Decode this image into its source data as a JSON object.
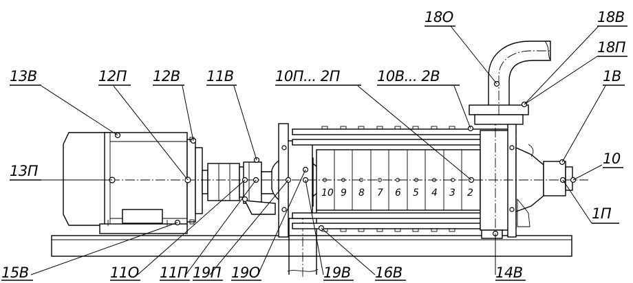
{
  "drawing": {
    "callouts": [
      {
        "id": "13V",
        "label": "13В"
      },
      {
        "id": "12P",
        "label": "12П"
      },
      {
        "id": "12V",
        "label": "12В"
      },
      {
        "id": "11V",
        "label": "11В"
      },
      {
        "id": "10P",
        "label": "10П... 2П"
      },
      {
        "id": "10V",
        "label": "10В... 2В"
      },
      {
        "id": "18O",
        "label": "18О"
      },
      {
        "id": "18V",
        "label": "18В"
      },
      {
        "id": "18P",
        "label": "18П"
      },
      {
        "id": "1V",
        "label": "1В"
      },
      {
        "id": "10",
        "label": "10"
      },
      {
        "id": "1P",
        "label": "1П"
      },
      {
        "id": "13P",
        "label": "13П"
      },
      {
        "id": "15V",
        "label": "15В"
      },
      {
        "id": "11O",
        "label": "11О"
      },
      {
        "id": "11P",
        "label": "11П"
      },
      {
        "id": "19P",
        "label": "19П"
      },
      {
        "id": "19O",
        "label": "19О"
      },
      {
        "id": "19V",
        "label": "19В"
      },
      {
        "id": "16V",
        "label": "16В"
      },
      {
        "id": "14V",
        "label": "14В"
      }
    ],
    "stages": [
      "10",
      "9",
      "8",
      "7",
      "6",
      "5",
      "4",
      "3",
      "2"
    ]
  }
}
